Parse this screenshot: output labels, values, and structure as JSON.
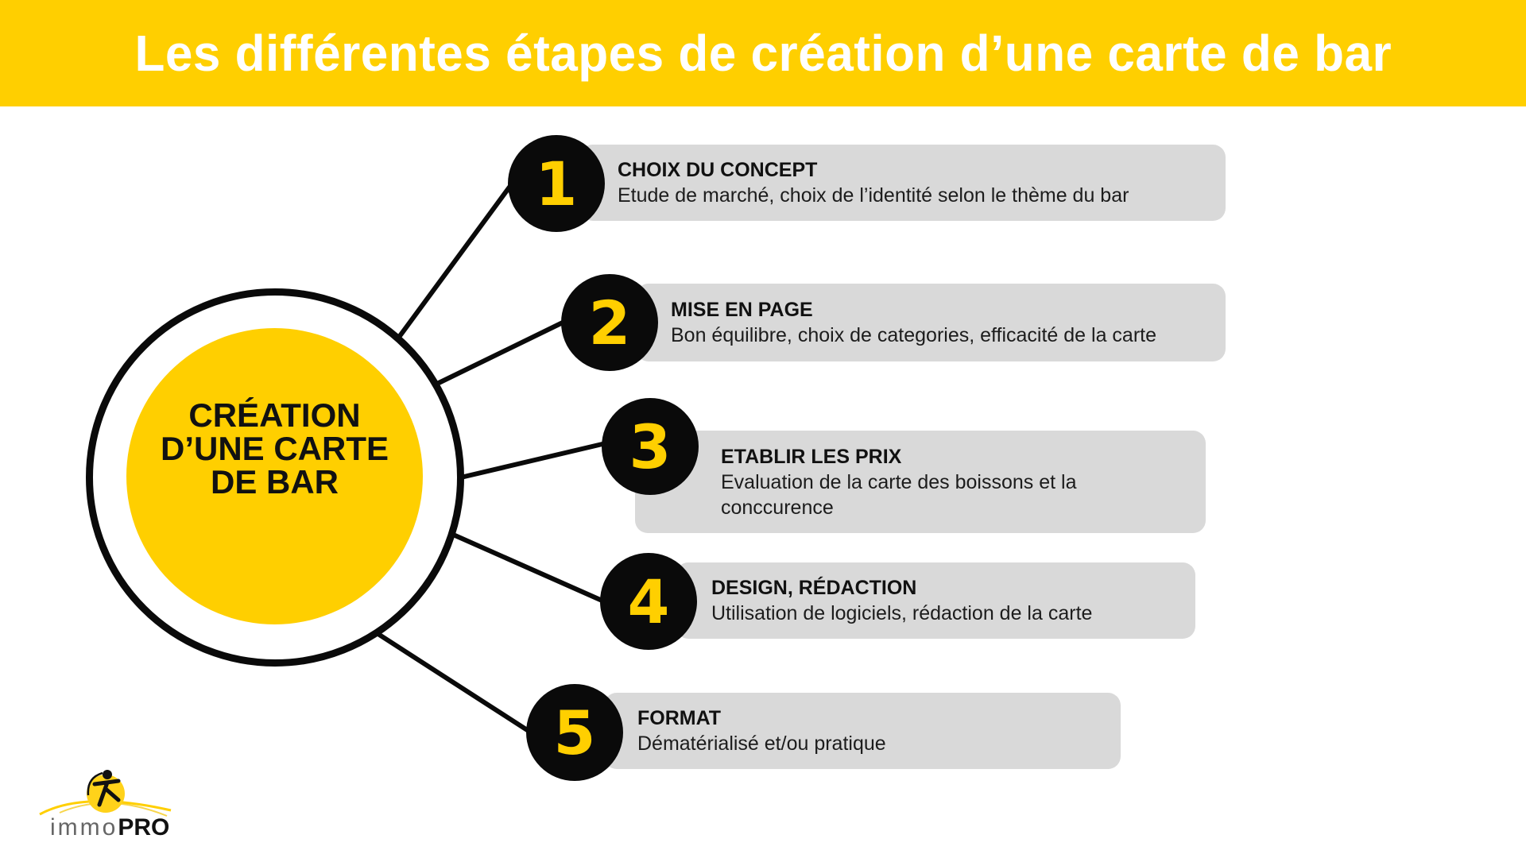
{
  "header": {
    "title": "Les différentes étapes de création d’une carte de bar"
  },
  "hub": {
    "label": "CRÉATION D’UNE CARTE DE BAR"
  },
  "steps": [
    {
      "number": "1",
      "title": "CHOIX DU CONCEPT",
      "description": "Etude de marché, choix de l’identité selon le thème du bar"
    },
    {
      "number": "2",
      "title": "MISE EN PAGE",
      "description": "Bon équilibre, choix de categories, efficacité de la carte"
    },
    {
      "number": "3",
      "title": "ETABLIR LES PRIX",
      "description": "Evaluation de la carte des boissons et la conccurence"
    },
    {
      "number": "4",
      "title": "DESIGN, RÉDACTION",
      "description": "Utilisation de logiciels, rédaction de la carte"
    },
    {
      "number": "5",
      "title": "FORMAT",
      "description": "Dématérialisé et/ou pratique"
    }
  ],
  "logo": {
    "text_light": "immo",
    "text_bold": "PRO",
    "icon": "person-on-yellow-sun-icon"
  },
  "colors": {
    "accent_yellow": "#FFCF00",
    "dark": "#0A0A0A",
    "box_gray": "#D9D9D9",
    "background": "#FFFFFF"
  }
}
